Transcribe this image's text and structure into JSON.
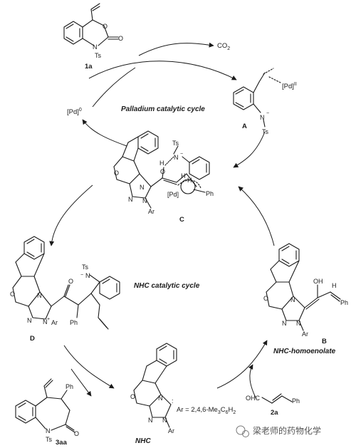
{
  "cycles": {
    "palladium": "Palladium catalytic cycle",
    "nhc": "NHC catalytic cycle"
  },
  "compounds": {
    "c1a": "1a",
    "cA": "A",
    "cB": "B",
    "cC": "C",
    "cD": "D",
    "c2a": "2a",
    "c3aa": "3aa",
    "nhc": "NHC",
    "homoenolate": "NHC-homoenolate"
  },
  "species": {
    "co2": "CO",
    "co2_sub": "2",
    "pd0": "[Pd]",
    "pd0_sup": "0",
    "pd_ii": "[Pd]",
    "pd_ii_sup": "II",
    "ar_def": "Ar = 2,4,6-Me",
    "ar_def_sub": "3",
    "ar_def_c": "C",
    "ar_def_c_sub": "6",
    "ar_def_h": "H",
    "ar_def_h_sub": "2"
  },
  "atoms": {
    "ts": "Ts",
    "n": "N",
    "o": "O",
    "ar": "Ar",
    "ph": "Ph",
    "oh": "OH",
    "h": "H",
    "pd": "[Pd]",
    "ohc": "OHC",
    "plus": "+",
    "minus": "−",
    "dots": ":"
  },
  "watermark": "梁老师的药物化学"
}
